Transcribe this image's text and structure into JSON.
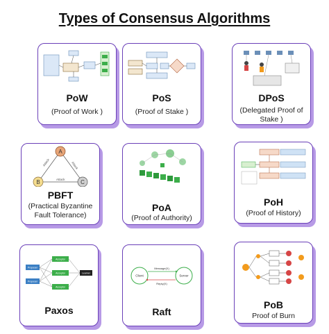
{
  "title": "Types of Consensus Algorithms",
  "cards": [
    {
      "name": "PoW",
      "subtitle": "(Proof of Work )"
    },
    {
      "name": "PoS",
      "subtitle": "(Proof of Stake )"
    },
    {
      "name": "DPoS",
      "subtitle": "(Delegated Proof of Stake )"
    },
    {
      "name": "PBFT",
      "subtitle": "(Practical Byzantine Fault Tolerance)"
    },
    {
      "name": "PoA",
      "subtitle": "(Proof of Authority)"
    },
    {
      "name": "PoH",
      "subtitle": "(Proof of History)"
    },
    {
      "name": "Paxos",
      "subtitle": ""
    },
    {
      "name": "Raft",
      "subtitle": ""
    },
    {
      "name": "PoB",
      "subtitle": "Proof of Burn"
    }
  ],
  "pbft_diagram": {
    "node_a": "A",
    "node_b": "B",
    "node_c": "C",
    "edge_label": "Attack"
  },
  "raft_diagram": {
    "client": "Client",
    "server": "Server",
    "request": "Message(X)",
    "reply": "Reply(X)"
  },
  "paxos_diagram": {
    "proposer": "Proposer",
    "acceptor": "Acceptor",
    "learner": "Learner"
  },
  "colors": {
    "card_border": "#6a3fb8",
    "card_shadow": "#b79ae6",
    "green": "#3cae4a",
    "blue": "#3b7fc4",
    "red": "#d64545",
    "orange": "#f29b1d"
  }
}
